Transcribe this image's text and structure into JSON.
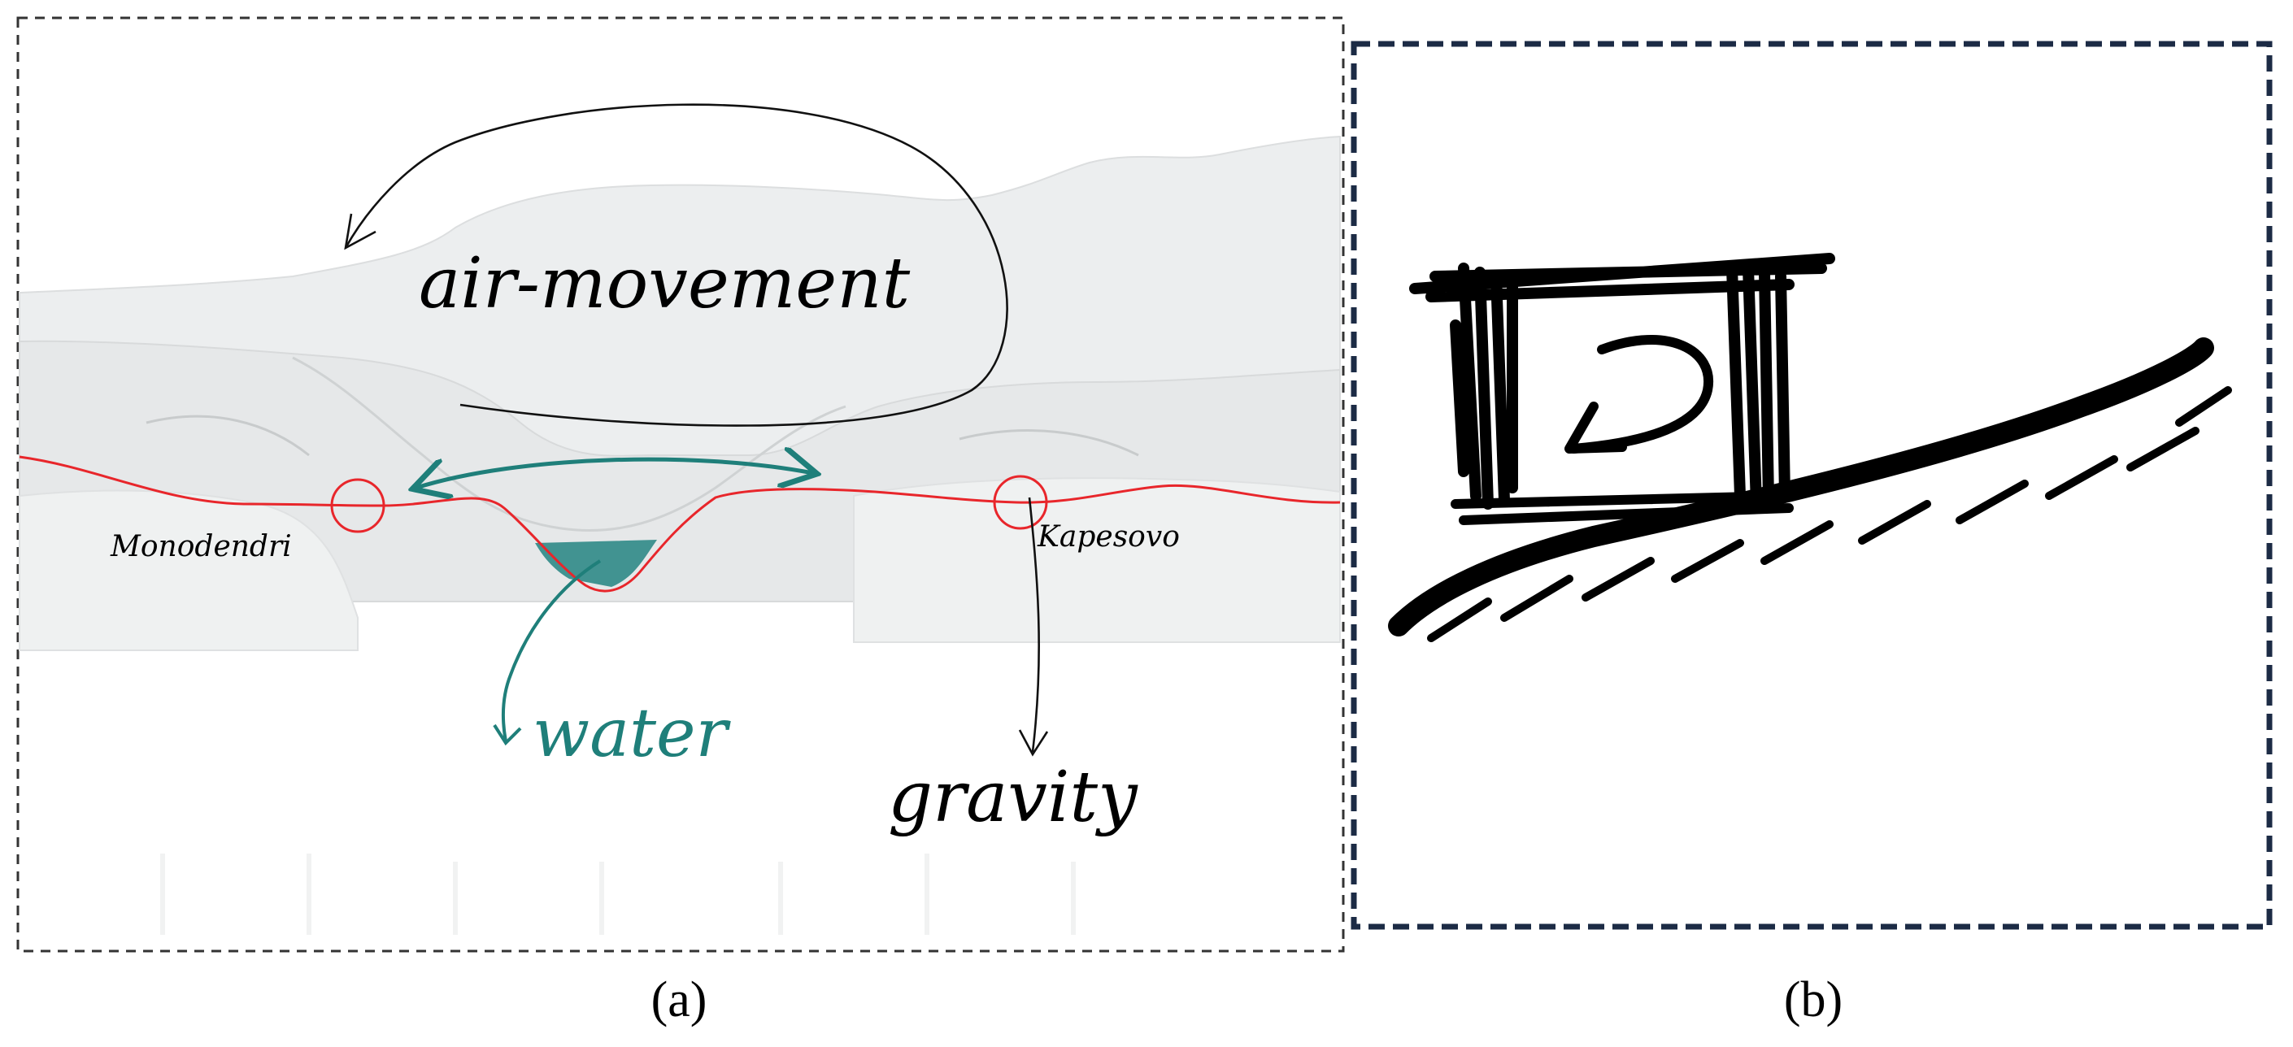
{
  "panel_a": {
    "labels": {
      "air_movement": "air-movement",
      "water": "water",
      "gravity": "gravity",
      "monodendri": "Monodendri",
      "kapesovo": "Kapesovo"
    },
    "caption": "(a)"
  },
  "panel_b": {
    "caption": "(b)"
  },
  "colors": {
    "teal": "#1f7f7a",
    "red": "#e8262b",
    "terrain_light": "#eef0f0",
    "terrain_mid": "#e2e4e5",
    "frame_b": "#1c2b45",
    "ink": "#000000"
  }
}
